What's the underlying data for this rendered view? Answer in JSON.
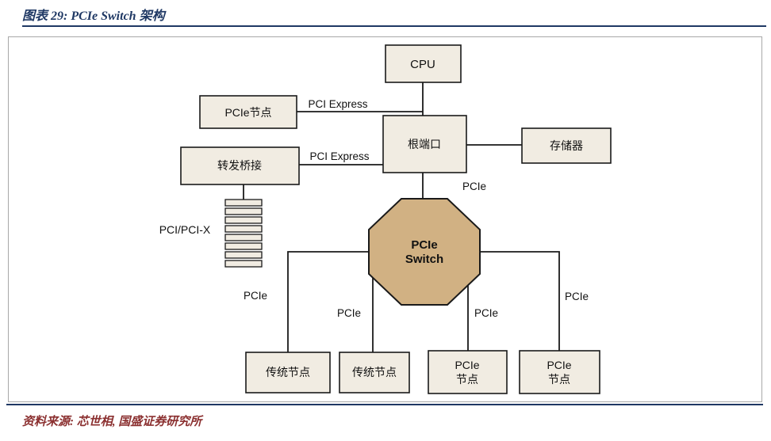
{
  "header": {
    "title": "图表 29: PCIe Switch 架构"
  },
  "footer": {
    "source": "资料来源: 芯世相, 国盛证券研究所"
  },
  "colors": {
    "rule_navy": "#1f3864",
    "source_maroon": "#8b3030",
    "box_fill": "#f1ece2",
    "switch_fill": "#d1b183",
    "stroke": "#1a1a1a"
  },
  "diagram": {
    "nodes": {
      "cpu": "CPU",
      "pcie_node_top": "PCIe节点",
      "root_port": "根端口",
      "memory": "存储器",
      "forward_bridge": "转发桥接",
      "pci_stack": "PCI/PCI-X",
      "switch_line1": "PCIe",
      "switch_line2": "Switch",
      "legacy_node_left": "传统节点",
      "legacy_node_mid": "传统节点",
      "pcie_node_bottom1_line1": "PCIe",
      "pcie_node_bottom1_line2": "节点",
      "pcie_node_bottom2_line1": "PCIe",
      "pcie_node_bottom2_line2": "节点"
    },
    "edges": {
      "pci_express_top": "PCI Express",
      "pci_express_bridge": "PCI Express",
      "pcie_root_switch": "PCIe",
      "pcie_switch_left": "PCIe",
      "pcie_switch_midleft": "PCIe",
      "pcie_switch_midright": "PCIe",
      "pcie_switch_right": "PCIe"
    }
  }
}
